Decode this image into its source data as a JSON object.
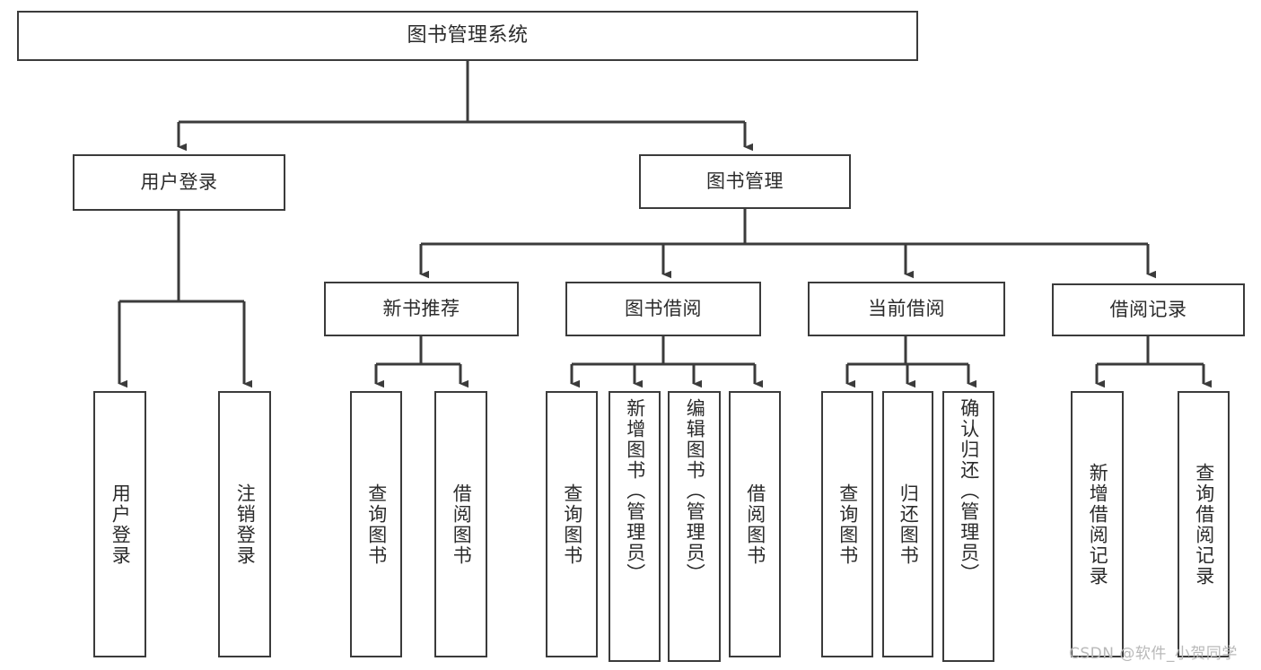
{
  "diagram": {
    "type": "tree",
    "title": "图书管理系统",
    "colors": {
      "stroke": "#3b3b3b",
      "fill": "#ffffff",
      "text": "#2b2b2b",
      "watermark": "#b9b9b9"
    },
    "root": {
      "label": "图书管理系统"
    },
    "level1": [
      {
        "label": "用户登录"
      },
      {
        "label": "图书管理"
      }
    ],
    "level2": [
      {
        "label": "新书推荐"
      },
      {
        "label": "图书借阅"
      },
      {
        "label": "当前借阅"
      },
      {
        "label": "借阅记录"
      }
    ],
    "leaves": {
      "user_login": [
        {
          "label": "用户登录"
        },
        {
          "label": "注销登录"
        }
      ],
      "new_book": [
        {
          "label": "查询图书"
        },
        {
          "label": "借阅图书"
        }
      ],
      "book_borrow": [
        {
          "label": "查询图书"
        },
        {
          "label": "新增图书（管理员）"
        },
        {
          "label": "编辑图书（管理员）"
        },
        {
          "label": "借阅图书"
        }
      ],
      "current_borrow": [
        {
          "label": "查询图书"
        },
        {
          "label": "归还图书"
        },
        {
          "label": "确认归还（管理员）"
        }
      ],
      "borrow_record": [
        {
          "label": "新增借阅记录"
        },
        {
          "label": "查询借阅记录"
        }
      ]
    }
  },
  "watermark": {
    "text": "CSDN @软件_小贺同学"
  }
}
